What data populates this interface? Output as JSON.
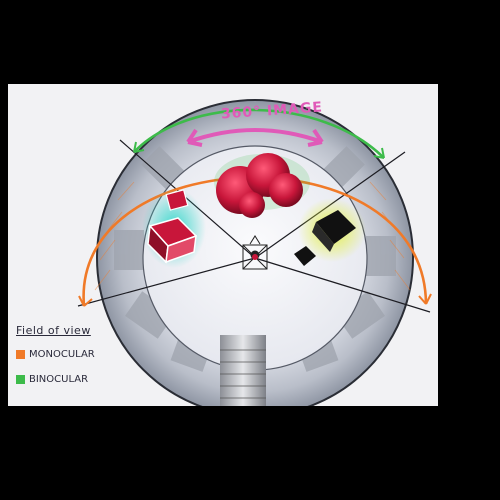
{
  "diagram": {
    "title": "360° IMAGE",
    "legend": {
      "title": "Field of view",
      "items": [
        {
          "label": "MONOCULAR",
          "color": "#f07a28"
        },
        {
          "label": "BINOCULAR",
          "color": "#3dbb4a"
        }
      ]
    },
    "colors": {
      "monocular_arc": "#f07a28",
      "binocular_arc": "#3dbb4a",
      "title_arrow": "#e05ab8",
      "red_object": "#c8163a",
      "teal_glow": "#27d6c8",
      "yellow_glow": "#e2f03a",
      "black_cube": "#111111",
      "pedestal": "#d8d8d8"
    },
    "icons": [
      "viewer-icon"
    ]
  }
}
